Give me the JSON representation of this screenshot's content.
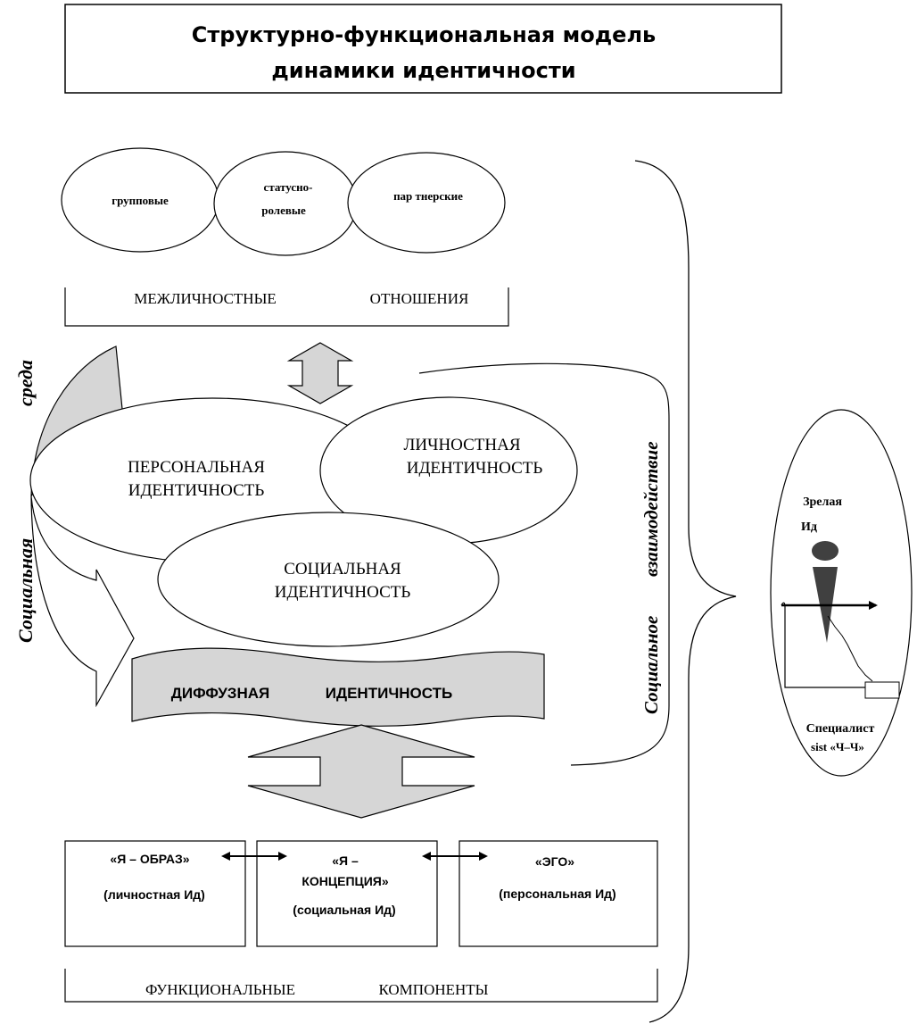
{
  "title": {
    "line1": "Структурно-функциональная модель",
    "line2": "динамики идентичности"
  },
  "relations": {
    "group": "групповые",
    "status_line1": "статусно-",
    "status_line2": "ролевые",
    "partner": "пар тнерские",
    "label_word1": "МЕЖЛИЧНОСТНЫЕ",
    "label_word2": "ОТНОШЕНИЯ"
  },
  "identities": {
    "personal_line1": "ПЕРСОНАЛЬНАЯ",
    "personal_line2": "ИДЕНТИЧНОСТЬ",
    "lichnostnaya_line1": "ЛИЧНОСТНАЯ",
    "lichnostnaya_line2": "ИДЕНТИЧНОСТЬ",
    "social_line1": "СОЦИАЛЬНАЯ",
    "social_line2": "ИДЕНТИЧНОСТЬ",
    "diffuse_word1": "ДИФФУЗНАЯ",
    "diffuse_word2": "ИДЕНТИЧНОСТЬ"
  },
  "side_labels": {
    "social_env_word1": "Социальная",
    "social_env_word2": "среда",
    "social_interaction_word1": "Социальное",
    "social_interaction_word2": "взаимодействие"
  },
  "components": {
    "box1_line1": "«Я – ОБРАЗ»",
    "box1_line2": "(личностная Ид)",
    "box2_line1": "«Я –",
    "box2_line2": "КОНЦЕПЦИЯ»",
    "box2_line3": "(социальная Ид)",
    "box3_line1": "«ЭГО»",
    "box3_line2": "(персональная Ид)",
    "label_word1": "ФУНКЦИОНАЛЬНЫЕ",
    "label_word2": "КОМПОНЕНТЫ"
  },
  "mature": {
    "line1": "Зрелая",
    "line2": "Ид",
    "spec_line1": "Специалист",
    "spec_line2": "sist «Ч–Ч»"
  },
  "colors": {
    "gray_fill": "#d6d6d6",
    "dark_fill": "#404040",
    "line": "#000000"
  }
}
